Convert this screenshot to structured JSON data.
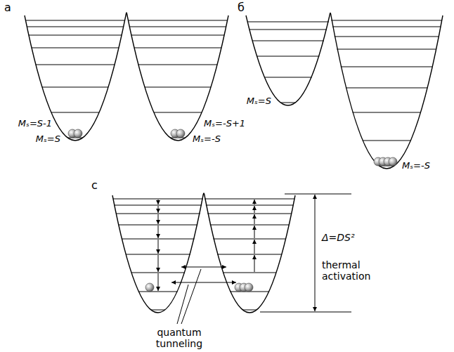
{
  "diagram": {
    "labels": [
      "а",
      "Mₛ=S-1",
      "Mₛ=S",
      "Mₛ=-S+1",
      "Mₛ=-S",
      "б",
      "Mₛ=S",
      "Mₛ=-S",
      "c",
      "Δ=DS²",
      "thermal activation",
      "quantum tunneling"
    ]
  }
}
